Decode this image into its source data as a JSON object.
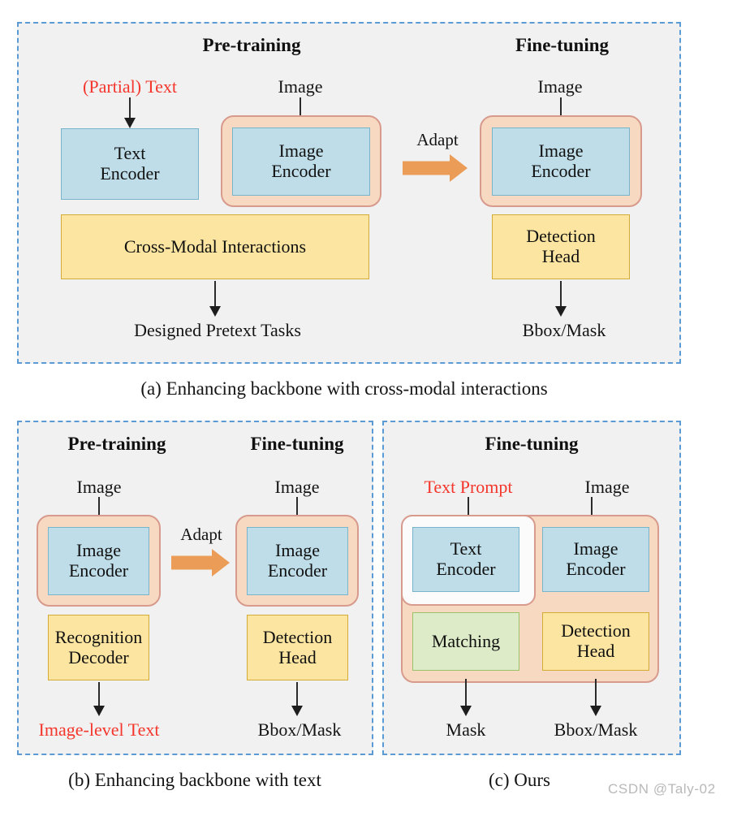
{
  "figure": {
    "watermark": "CSDN @Taly-02",
    "colors": {
      "panel_border": "#5b9bd5",
      "panel_fill": "#f1f1f1",
      "blue_box": "#bedde8",
      "yellow_box": "#fbe5a0",
      "green_box": "#ddebc8",
      "peach_wrapper": "#f7d9c2",
      "peach_border": "#d79a8c",
      "orange_arrow": "#eb9d58",
      "red_text": "#f4362c"
    }
  },
  "panel_a": {
    "caption": "(a) Enhancing backbone with cross-modal interactions",
    "stage_pretraining": "Pre-training",
    "stage_finetuning": "Fine-tuning",
    "input_text": "(Partial) Text",
    "input_image_left": "Image",
    "input_image_right": "Image",
    "adapt_label": "Adapt",
    "box_text_encoder": {
      "line1": "Text",
      "line2": "Encoder"
    },
    "box_image_encoder_left": {
      "line1": "Image",
      "line2": "Encoder"
    },
    "box_image_encoder_right": {
      "line1": "Image",
      "line2": "Encoder"
    },
    "box_cross_modal": {
      "line1": "Cross-Modal Interactions"
    },
    "box_detection_head": {
      "line1": "Detection",
      "line2": "Head"
    },
    "output_left": "Designed Pretext Tasks",
    "output_right": "Bbox/Mask"
  },
  "panel_b": {
    "caption": "(b) Enhancing backbone with text",
    "stage_pretraining": "Pre-training",
    "stage_finetuning": "Fine-tuning",
    "input_image_left": "Image",
    "input_image_right": "Image",
    "adapt_label": "Adapt",
    "box_image_encoder_left": {
      "line1": "Image",
      "line2": "Encoder"
    },
    "box_image_encoder_right": {
      "line1": "Image",
      "line2": "Encoder"
    },
    "box_recognition_decoder": {
      "line1": "Recognition",
      "line2": "Decoder"
    },
    "box_detection_head": {
      "line1": "Detection",
      "line2": "Head"
    },
    "output_left": "Image-level Text",
    "output_right": "Bbox/Mask"
  },
  "panel_c": {
    "caption": "(c) Ours",
    "stage_finetuning": "Fine-tuning",
    "input_text_prompt": "Text Prompt",
    "input_image": "Image",
    "box_text_encoder": {
      "line1": "Text",
      "line2": "Encoder"
    },
    "box_image_encoder": {
      "line1": "Image",
      "line2": "Encoder"
    },
    "box_matching": {
      "line1": "Matching"
    },
    "box_detection_head": {
      "line1": "Detection",
      "line2": "Head"
    },
    "output_left": "Mask",
    "output_right": "Bbox/Mask"
  }
}
